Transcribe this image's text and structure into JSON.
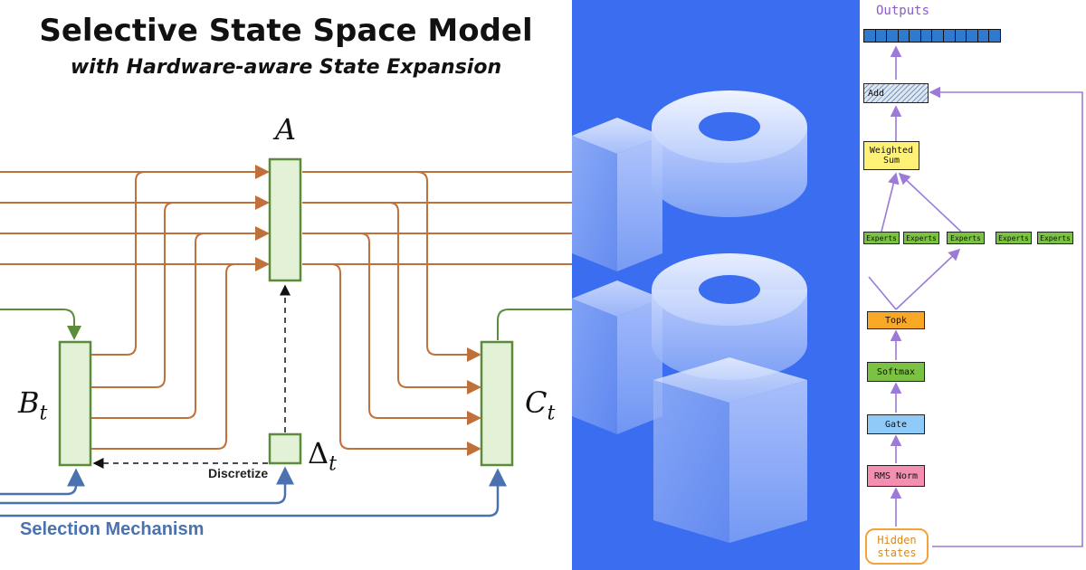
{
  "left": {
    "title": "Selective State Space Model",
    "subtitle": "with Hardware-aware State Expansion",
    "label_a": "A",
    "label_b": "B",
    "label_b_sub": "t",
    "label_c": "C",
    "label_c_sub": "t",
    "label_delta": "Δ",
    "label_delta_sub": "t",
    "discretize": "Discretize",
    "selection": "Selection Mechanism",
    "colors": {
      "state_line": "#c0703a",
      "block_fill": "#e3f1d6",
      "block_border": "#5b8c3c",
      "selection_line": "#4a72b0"
    }
  },
  "middle": {
    "colors": {
      "background": "#3a6df0",
      "shape": "#cfdcff"
    }
  },
  "right": {
    "outputs": "Outputs",
    "add": "Add",
    "weighted_sum": "Weighted Sum",
    "experts": [
      "Experts",
      "Experts",
      "Experts",
      "Experts",
      "Experts"
    ],
    "topk": "Topk",
    "softmax": "Softmax",
    "gate": "Gate",
    "rms_norm": "RMS Norm",
    "hidden_states": "Hidden states",
    "colors": {
      "arrow": "#9b7ad8",
      "output_cell": "#2f7ad1",
      "weighted": "#fff176",
      "expert": "#7cc242",
      "topk": "#f9a825",
      "softmax": "#7cc242",
      "gate": "#90caf9",
      "rms": "#f48fb1",
      "hidden": "#f2a33a"
    }
  }
}
